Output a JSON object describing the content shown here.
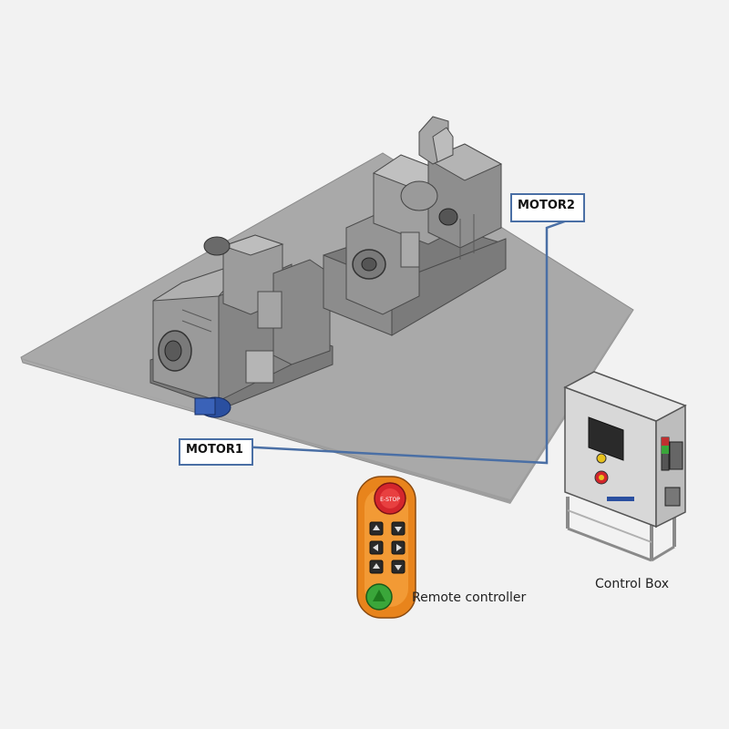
{
  "labels": {
    "motor1": "MOTOR1",
    "motor2": "MOTOR2",
    "remote_controller": "Remote controller",
    "control_box": "Control Box"
  },
  "remote": {
    "estop_text": "E-STOP"
  },
  "colors": {
    "background": "#f2f2f2",
    "floor_plate": "#a9a9a9",
    "machine_body": "#8d8d8d",
    "machine_dark": "#5a5a5a",
    "wire": "#4a6fa5",
    "remote_orange": "#e8841c",
    "estop_red": "#d4262c",
    "go_green": "#3aa63a",
    "motor_blue": "#2a4fa0",
    "control_box": "#d8d8d8"
  }
}
